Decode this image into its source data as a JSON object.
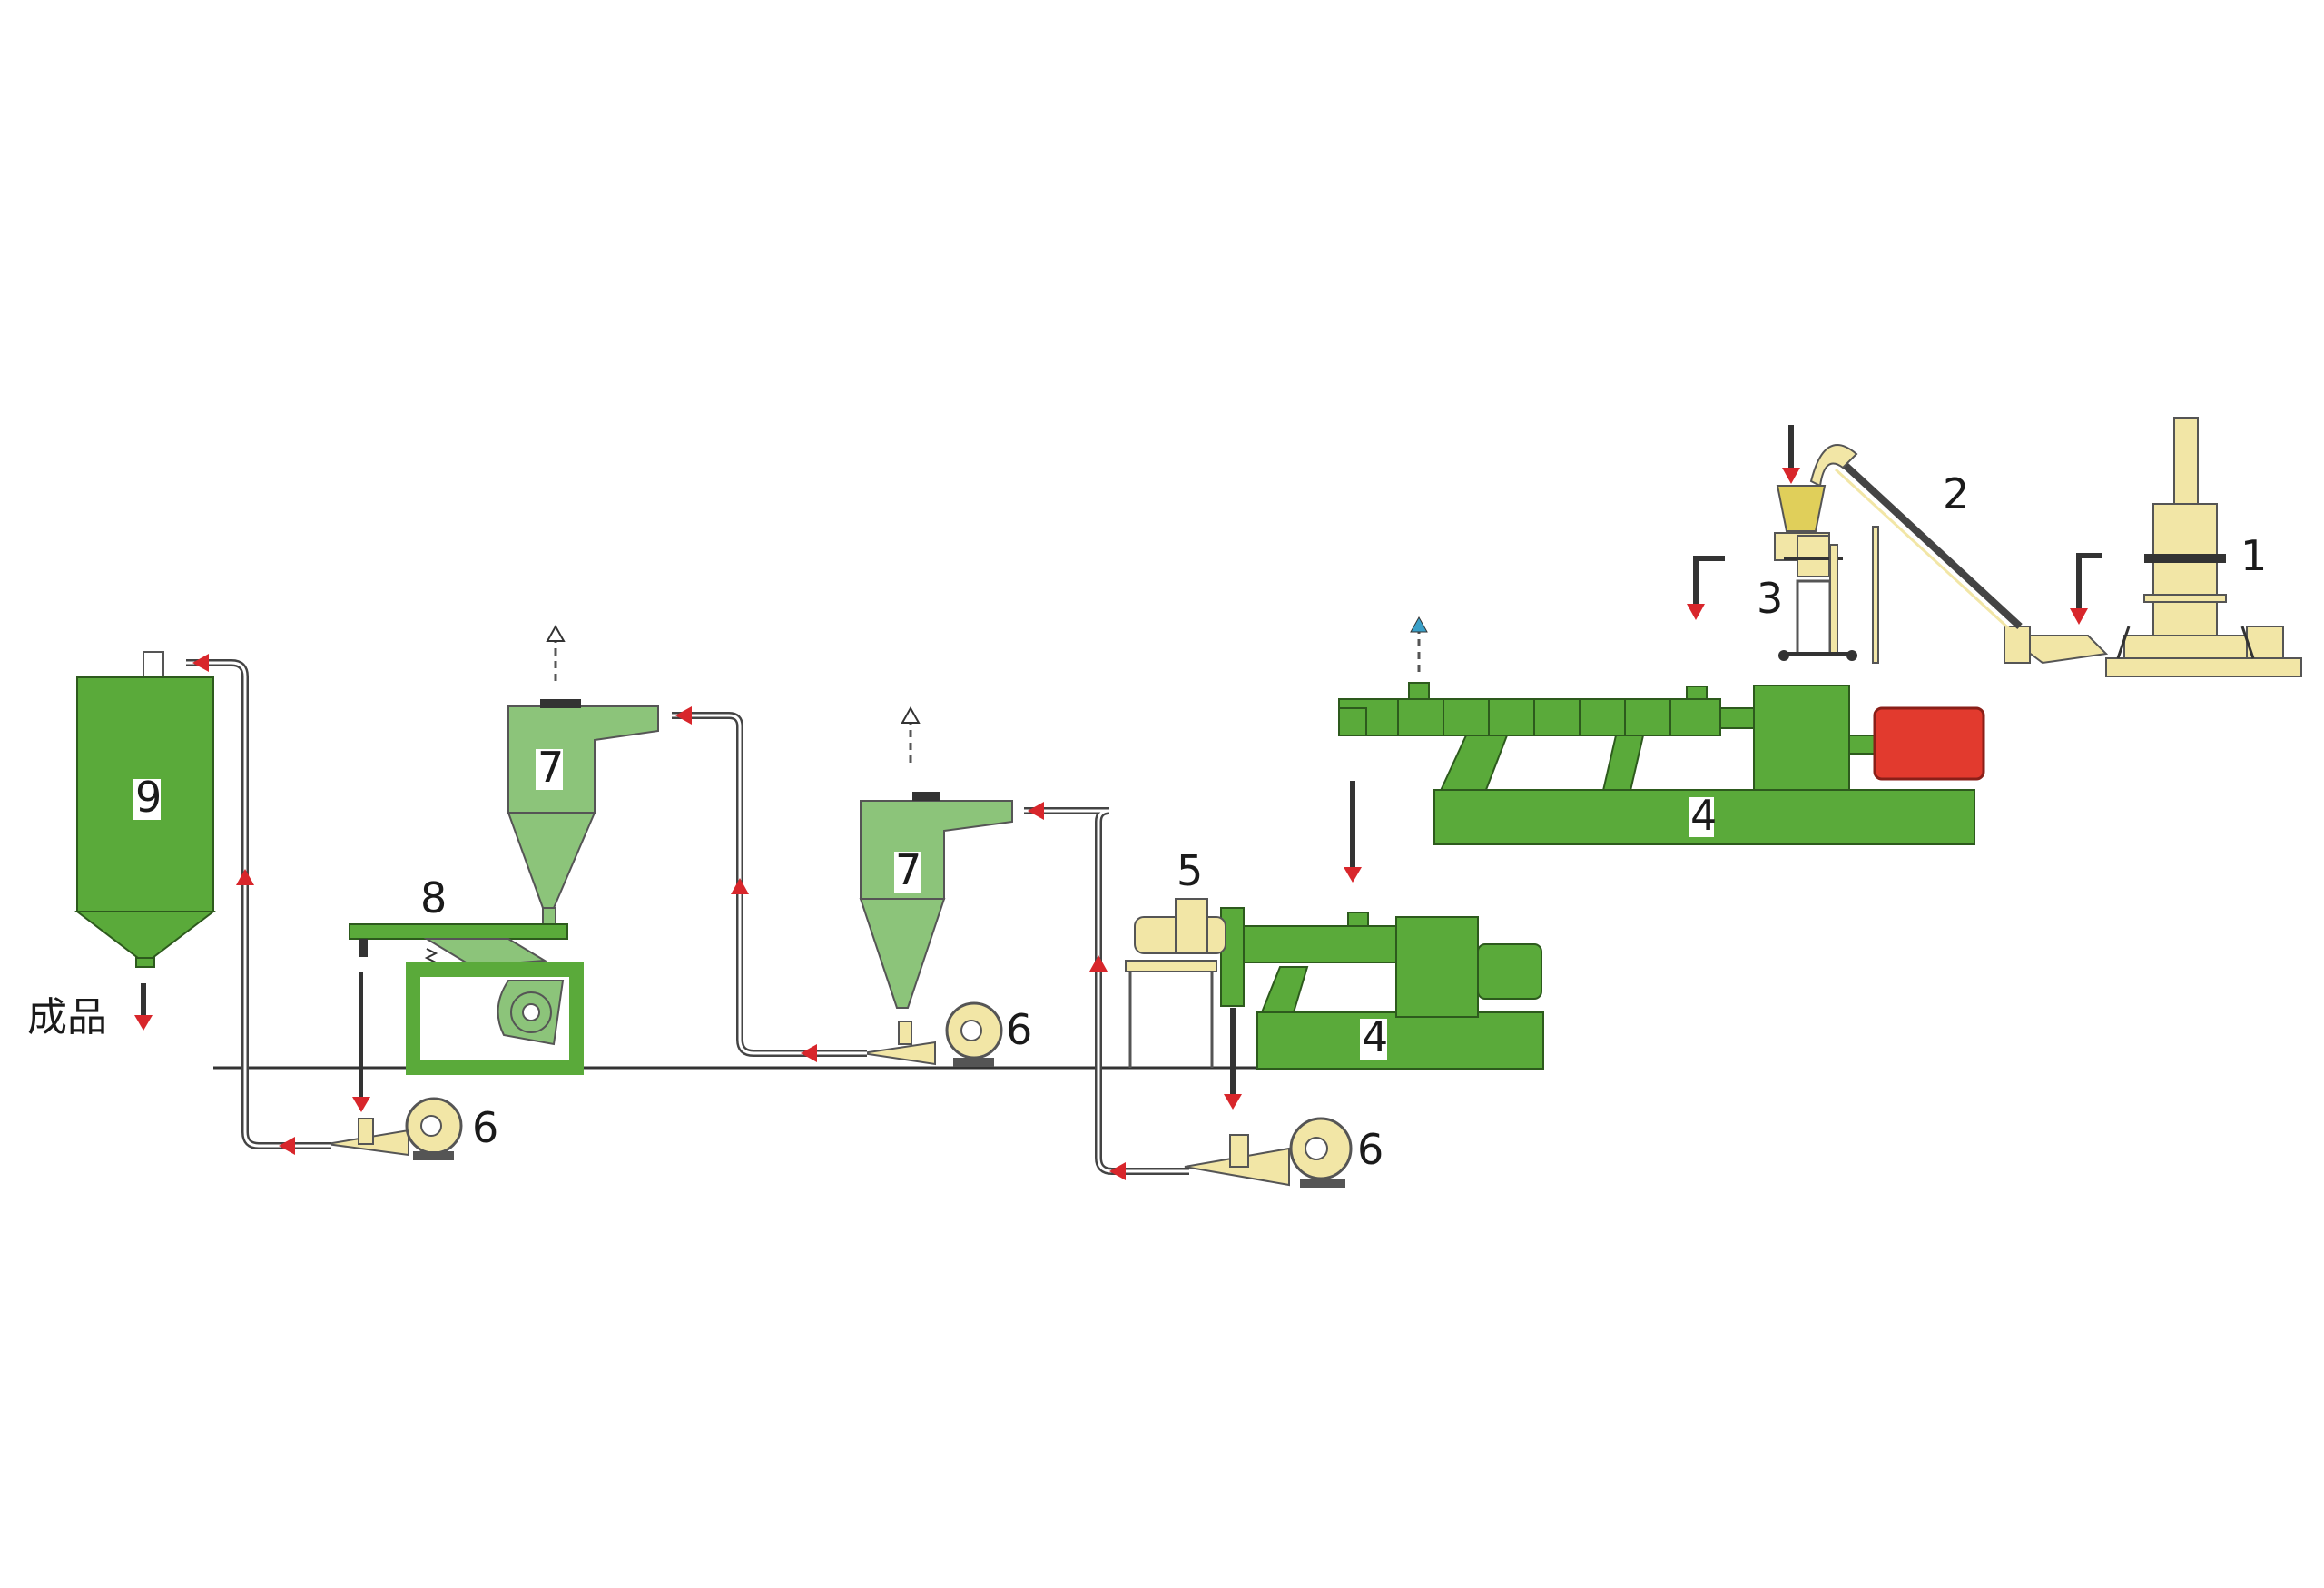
{
  "labels": {
    "pulverizer_bin": "1",
    "screw_loader": "2",
    "side_feeder": "3",
    "extruder_main": "4",
    "extruder_small": "4",
    "die_face_cutter": "5",
    "blower_right": "6",
    "blower_mid": "6",
    "blower_left": "6",
    "cyclone_mid": "7",
    "cyclone_left": "7",
    "vibrating_screen": "8",
    "storage_silo": "9",
    "finished_product": "成品"
  },
  "colors": {
    "machine_green": "#5aaa3a",
    "cyclone_green": "#8cc47a",
    "beige": "#f2e6a6",
    "motor_red": "#e23a2e",
    "arrow_red": "#d8262b",
    "pipe": "#444444"
  }
}
